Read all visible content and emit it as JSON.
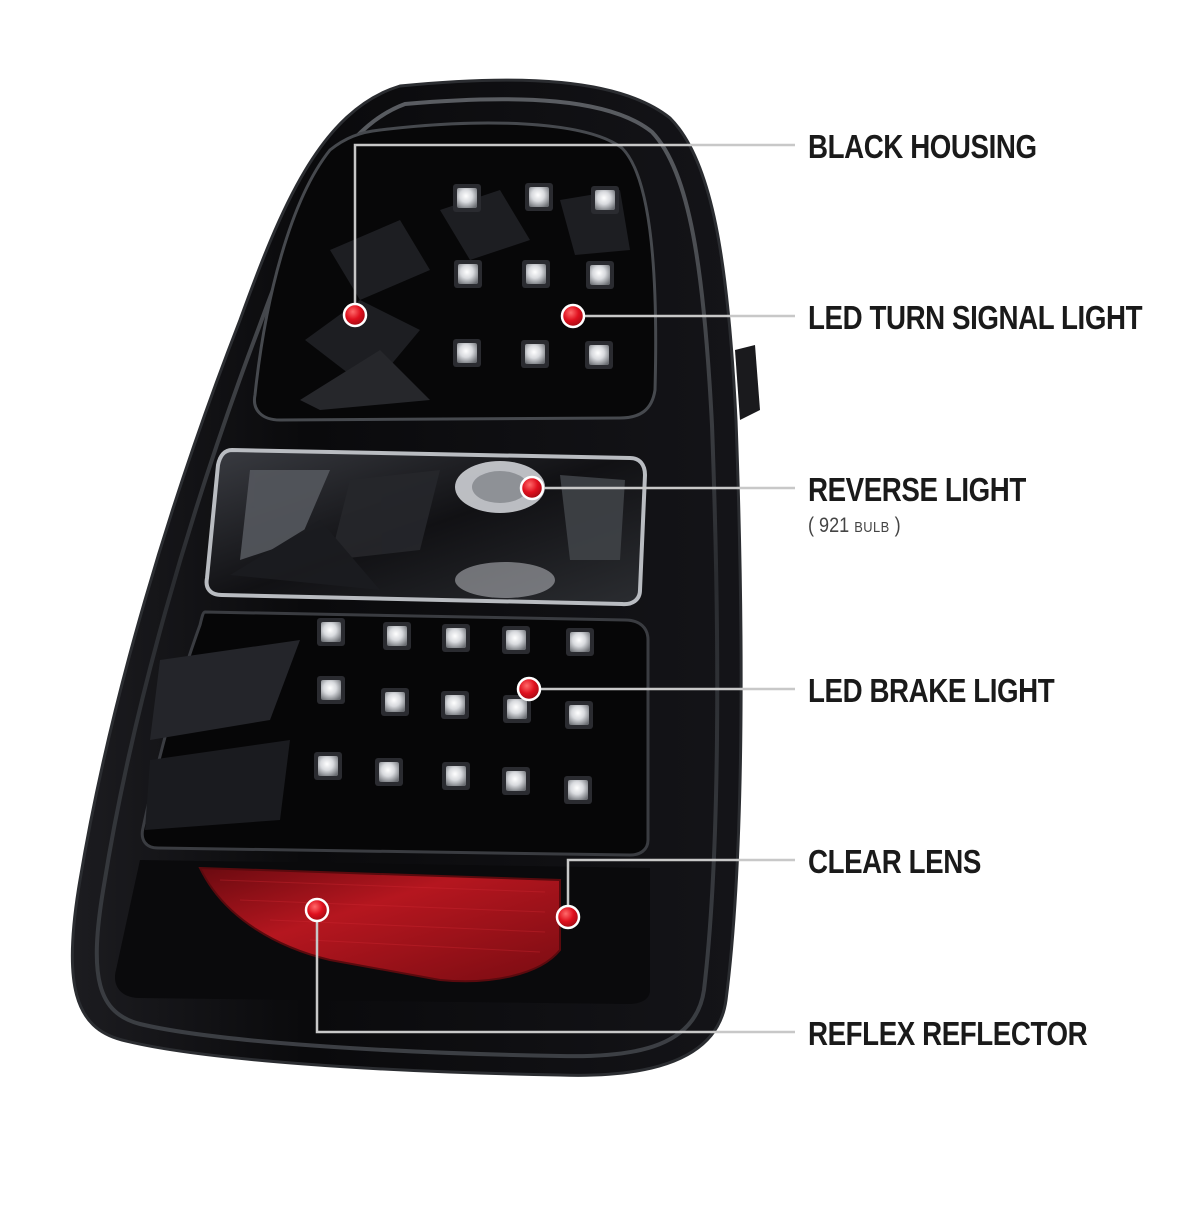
{
  "callouts": {
    "housing": {
      "label": "BLACK HOUSING"
    },
    "turn_signal": {
      "label": "LED TURN SIGNAL LIGHT"
    },
    "reverse": {
      "label": "REVERSE LIGHT",
      "detail_open": "(",
      "detail_value": "921",
      "detail_unit": "BULB",
      "detail_close": ")"
    },
    "brake": {
      "label": "LED BRAKE LIGHT"
    },
    "lens": {
      "label": "CLEAR LENS"
    },
    "reflector": {
      "label": "REFLEX REFLECTOR"
    }
  },
  "colors": {
    "background": "#ffffff",
    "housing": "#0b0b0d",
    "leader_line": "#c8c8c8",
    "marker": "#e0101e",
    "reflector": "#a0141c",
    "label_text": "#1a1a1a"
  }
}
